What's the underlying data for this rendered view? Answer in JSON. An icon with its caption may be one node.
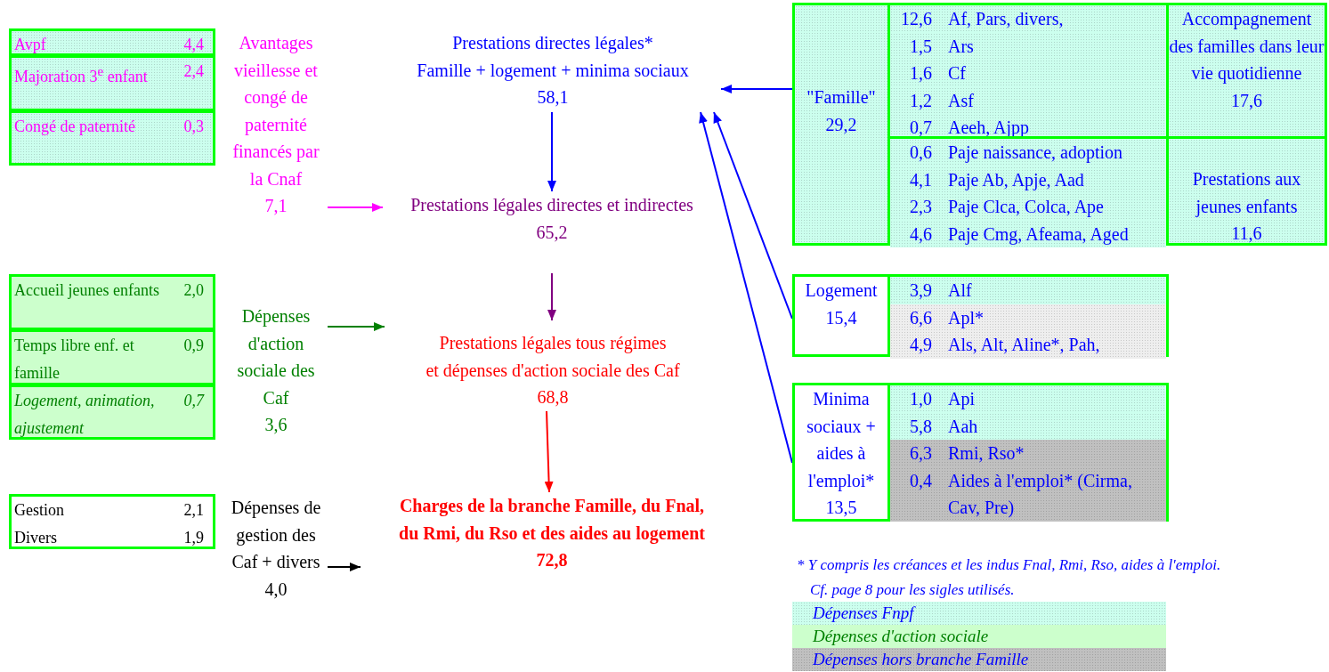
{
  "diagram": {
    "nodes": [
      {
        "text": [
          "Avpf",
          "4,4"
        ]
      },
      {
        "text": [
          "Majoration 3$^{e}$ enfant",
          "2,4"
        ]
      },
      {
        "text": [
          "Congé de paternité",
          "0,3"
        ]
      },
      {
        "text": [
          "Avantages vieillesse et congé de paternité financés par la Cnaf",
          "7,1"
        ]
      },
      {
        "text": [
          "Prestations directes légales*",
          "Famille + logement + minima sociaux",
          "58,1"
        ]
      },
      {
        "text": [
          "\"Famille\"",
          "29,2"
        ]
      },
      {
        "text": [
          "12,6",
          "Af, Pars, divers,",
          "1,5",
          "Ars",
          "1,6",
          "Cf",
          "1,2",
          "Asf",
          "0,7",
          "Aeeh, Ajpp"
        ]
      },
      {
        "text": [
          "Accompagnement des familles dans leur vie quotidienne",
          "17,6"
        ]
      },
      {
        "text": [
          "0,6",
          "Paje naissance, adoption",
          "4,1",
          "Paje Ab, Apje, Aad",
          "2,3",
          "Paje Clca, Colca, Ape",
          "4,6",
          "Paje Cmg, Afeama, Aged"
        ]
      },
      {
        "text": [
          "Prestations aux jeunes enfants",
          "11,6"
        ]
      },
      {
        "text": [
          "Prestations légales directes et indirectes",
          "65,2"
        ]
      },
      {
        "text": [
          "Accueil jeunes enfants",
          "2,0"
        ]
      },
      {
        "text": [
          "Temps libre enf. et famille",
          "0,9"
        ]
      },
      {
        "text": [
          "Logement, animation, ajustement",
          "0,7"
        ]
      },
      {
        "text": [
          "Dépenses d'action sociale des Caf",
          "3,6"
        ]
      },
      {
        "text": [
          "Prestations légales tous régimes",
          "et dépenses d'action sociale des Caf",
          "68,8"
        ]
      },
      {
        "text": [
          "Logement",
          "15,4"
        ]
      },
      {
        "text": [
          "3,9",
          "Alf",
          "6,6",
          "Apl*",
          "4,9",
          "Als, Alt, Aline*, Pah,"
        ]
      },
      {
        "text": [
          "Minima sociaux + aides à l'emploi*",
          "13,5"
        ]
      },
      {
        "text": [
          "1,0",
          "Api",
          "5,8",
          "Aah",
          "6,3",
          "Rmi, Rso*",
          "0,4",
          "Aides à l'emploi* (Cirma, Cav, Pre)"
        ]
      },
      {
        "text": [
          "Gestion",
          "2,1",
          "Divers",
          "1,9"
        ]
      },
      {
        "text": [
          "Dépenses de gestion des Caf + divers",
          "4,0"
        ]
      },
      {
        "text": [
          "Charges de la branche Famille, du Fnal,",
          "du Rmi, du Rso et des aides au logement",
          "72,8"
        ]
      }
    ],
    "edges": [
      {
        "from": 3,
        "to": 10,
        "arrow": "to",
        "color": "#ff00ff"
      },
      {
        "from": 14,
        "to": 15,
        "arrow": "to",
        "color": "#008000"
      },
      {
        "from": 21,
        "to": 22,
        "arrow": "to",
        "color": "#000000"
      },
      {
        "from": 4,
        "to": 10,
        "arrow": "to"
      },
      {
        "from": 10,
        "to": 15,
        "arrow": "to",
        "color": "#800080"
      },
      {
        "from": 15,
        "to": 22,
        "arrow": "to",
        "color": "#ff0000"
      },
      {
        "from": 5,
        "to": 4,
        "arrow": "to"
      },
      {
        "from": 16,
        "to": 4,
        "arrow": "to"
      },
      {
        "from": 18,
        "to": 4,
        "arrow": "to"
      }
    ],
    "labels": [
      "* Y compris les créances et les indus Fnal, Rmi, Rso, aides à l'emploi.",
      "Cf. page 8 pour les sigles utilisés."
    ],
    "legend": [
      {
        "text": "Dépenses Fnpf",
        "color": "#ccffee"
      },
      {
        "text": "Dépenses d'action sociale",
        "color": "#ccffcc"
      },
      {
        "text": "Dépenses hors branche Famille",
        "color": "#c0c0c0"
      }
    ]
  }
}
